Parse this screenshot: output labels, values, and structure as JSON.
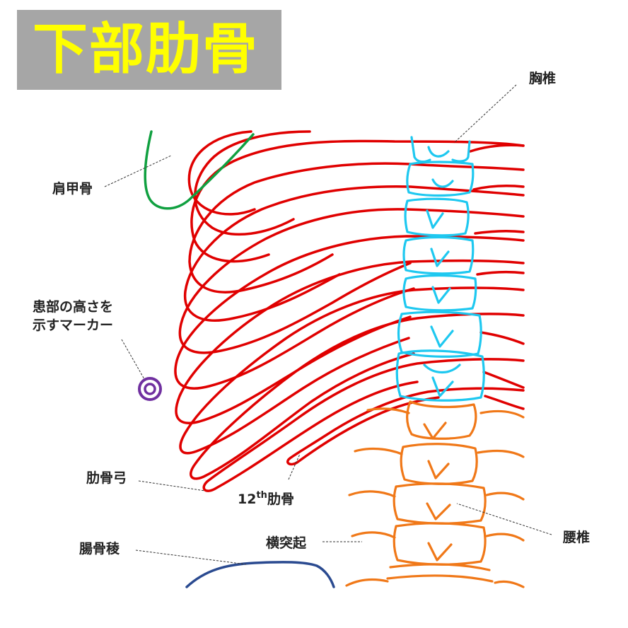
{
  "title": "下部肋骨",
  "labels": {
    "scapula": "肩甲骨",
    "thoracic": "胸椎",
    "marker_line1": "患部の高さを",
    "marker_line2": "示すマーカー",
    "costal_arch": "肋骨弓",
    "rib12_num": "12",
    "rib12_sup": "th",
    "rib12_word": "肋骨",
    "lumbar": "腰椎",
    "transverse": "横突起",
    "iliac_crest": "腸骨稜"
  },
  "colors": {
    "title_bg": "#a6a6a6",
    "title_text": "#ffff00",
    "ribs": "#e00000",
    "thoracic_vertebrae": "#1ec8f0",
    "lumbar_vertebrae": "#f07818",
    "scapula": "#10a040",
    "marker": "#7030a0",
    "iliac_crest": "#2a4a90"
  }
}
